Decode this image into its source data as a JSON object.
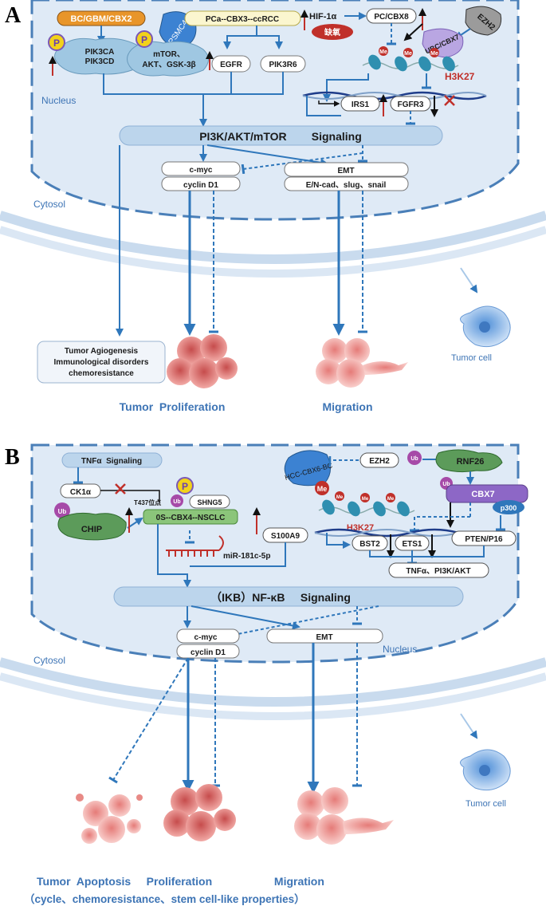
{
  "panel_a": {
    "letter": "A",
    "nodes": {
      "bc_gbm_cbx2": "BC/GBM/CBX2",
      "pika1": "PIK3CA",
      "pika2": "PIK3CD",
      "psmc4": "PSMC4",
      "pca_cbx3": "PCa--CBX3--ccRCC",
      "mtor1": "mTOR、",
      "mtor2": "AKT、GSK-3β",
      "egfr": "EGFR",
      "pik3r6": "PIK3R6",
      "hif1a": "HIF-1α",
      "hypoxia": "缺氧",
      "pc_cbx8": "PC/CBX8",
      "ezh2": "EZH2",
      "ubc_cbx7": "UBC/CBX7",
      "h3k27": "H3K27",
      "irs1": "IRS1",
      "fgfr3": "FGFR3",
      "nucleus": "Nucleus",
      "signaling": "PI3K/AKT/mTOR        Signaling",
      "cmyc": "c-myc",
      "cyclin": "cyclin D1",
      "emt": "EMT",
      "emt_sub": "E/N-cad、slug、snail",
      "cytosol": "Cytosol",
      "tumor_agio1": "Tumor Agiogenesis",
      "tumor_agio2": "Immunological disorders",
      "tumor_agio3": "chemoresistance",
      "tumor_cell": "Tumor cell",
      "proliferation": "Tumor  Proliferation",
      "migration": "Migration",
      "me": "Me",
      "p": "P"
    }
  },
  "panel_b": {
    "letter": "B",
    "nodes": {
      "tnfa": "TNFα  Signaling",
      "ck1a": "CK1α",
      "t437": "T437位点",
      "ub": "Ub",
      "p": "P",
      "shng5": "SHNG5",
      "chip": "CHIP",
      "os_cbx4": "0S--CBX4--NSCLC",
      "mir": "miR-181c-5p",
      "hcc_cbx6": "HCC-CBX6-BC",
      "ezh2": "EZH2",
      "me": "Me",
      "h3k27": "H3K27",
      "s100a9": "S100A9",
      "rnf26": "RNF26",
      "cbx7": "CBX7",
      "p300": "p300",
      "bst2": "BST2",
      "ets1": "ETS1",
      "pten": "PTEN/P16",
      "tnfa_pi3k": "TNFα、PI3K/AKT",
      "signaling": "（IKB）NF-κB     Signaling",
      "nucleus": "Nucleus",
      "cmyc": "c-myc",
      "cyclin": "cyclin D1",
      "emt": "EMT",
      "cytosol": "Cytosol",
      "tumor_cell": "Tumor cell",
      "label1": "Tumor  Apoptosis     Proliferation                    Migration",
      "label2": "（cycle、chemoresistance、stem cell-like properties）"
    }
  },
  "colors": {
    "nucleus_fill": "#dfeaf6",
    "membrane": "#c9dbee",
    "blue_line": "#2f77bb",
    "signaling_bar": "#bcd5ec",
    "dark_text": "#1a1a1a",
    "red": "#d93a2b",
    "orange_box": "#e8952a",
    "green_box": "#8bc57a",
    "purple_box": "#8d67c6",
    "tumor_cell_blue": "#9ec4ec",
    "cell_red": "#e88a86"
  }
}
